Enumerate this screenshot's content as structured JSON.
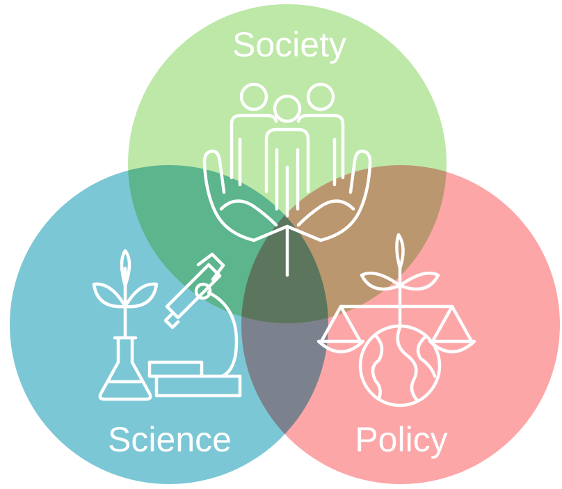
{
  "diagram": {
    "type": "venn",
    "circles": [
      {
        "label": "Society",
        "color": "#bde8a8",
        "icon": "people-in-hands-icon"
      },
      {
        "label": "Science",
        "color": "#7cc7d6",
        "icon": "plant-flask-microscope-icon"
      },
      {
        "label": "Policy",
        "color": "#fca6a8",
        "icon": "scales-plant-globe-icon"
      }
    ]
  }
}
